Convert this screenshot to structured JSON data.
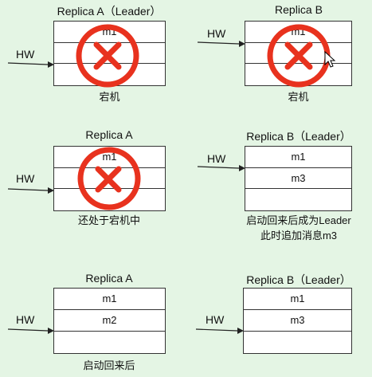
{
  "panels": {
    "p1": {
      "title": "Replica A（Leader）",
      "hw": "HW",
      "rows": [
        "m1",
        "",
        ""
      ],
      "caption": "宕机"
    },
    "p2": {
      "title": "Replica B",
      "hw": "HW",
      "rows": [
        "m1",
        "",
        ""
      ],
      "caption": "宕机"
    },
    "p3": {
      "title": "Replica A",
      "hw": "HW",
      "rows": [
        "m1",
        "",
        ""
      ],
      "caption": "还处于宕机中"
    },
    "p4": {
      "title": "Replica B（Leader）",
      "hw": "HW",
      "rows": [
        "m1",
        "m3",
        ""
      ],
      "caption_line1": "启动回来后成为Leader",
      "caption_line2": "此时追加消息m3"
    },
    "p5": {
      "title": "Replica A",
      "hw": "HW",
      "rows": [
        "m1",
        "m2",
        ""
      ],
      "caption": "启动回来后"
    },
    "p6": {
      "title": "Replica B（Leader）",
      "hw": "HW",
      "rows": [
        "m1",
        "m3",
        ""
      ]
    }
  },
  "colors": {
    "background": "#E4F5E4",
    "cross": "#E8321E",
    "border": "#333333"
  }
}
